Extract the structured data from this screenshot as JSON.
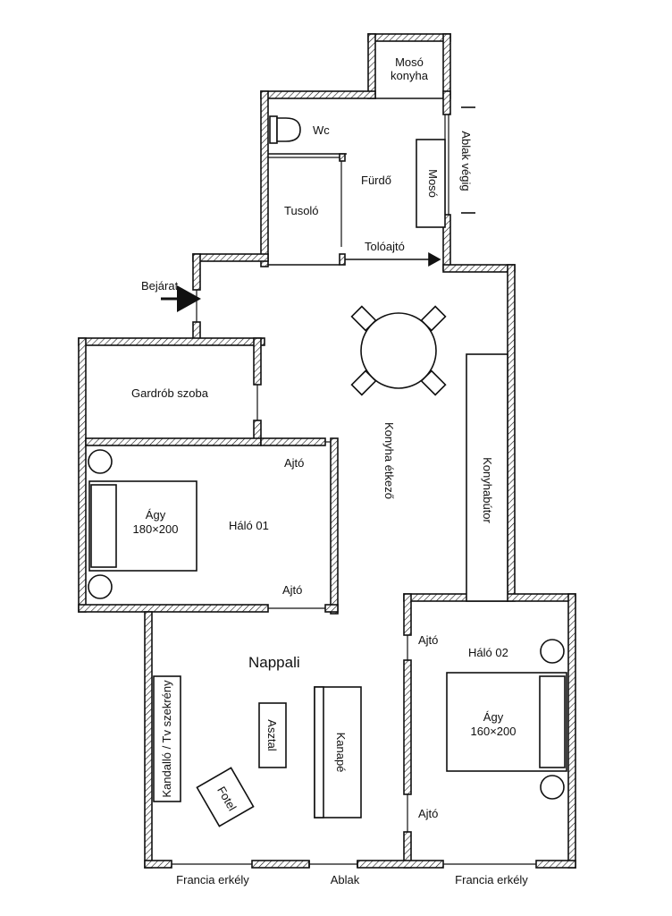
{
  "labels": {
    "moso_konyha_1": "Mosó",
    "moso_konyha_2": "konyha",
    "wc": "Wc",
    "furdo": "Fürdő",
    "tusolo": "Tusoló",
    "moso": "Mosó",
    "ablak_vegig": "Ablak végig",
    "toloajto": "Tolóajtó",
    "bejarat": "Bejárat",
    "gardrob": "Gardrób szoba",
    "konyha_etkezo": "Konyha étkező",
    "konyhabutor": "Konyhabútor",
    "ajto_1": "Ajtó",
    "halo01": "Háló 01",
    "agy1_1": "Ágy",
    "agy1_2": "180×200",
    "ajto_2": "Ajtó",
    "nappali": "Nappali",
    "ajto_3": "Ajtó",
    "halo02": "Háló 02",
    "agy2_1": "Ágy",
    "agy2_2": "160×200",
    "ajto_4": "Ajtó",
    "tv": "Kandalló / Tv szekrény",
    "asztal": "Asztal",
    "kanape": "Kanapé",
    "fotel": "Fotel",
    "francia_1": "Francia erkély",
    "ablak": "Ablak",
    "francia_2": "Francia erkély"
  },
  "colors": {
    "line": "#111111",
    "background": "#ffffff"
  }
}
